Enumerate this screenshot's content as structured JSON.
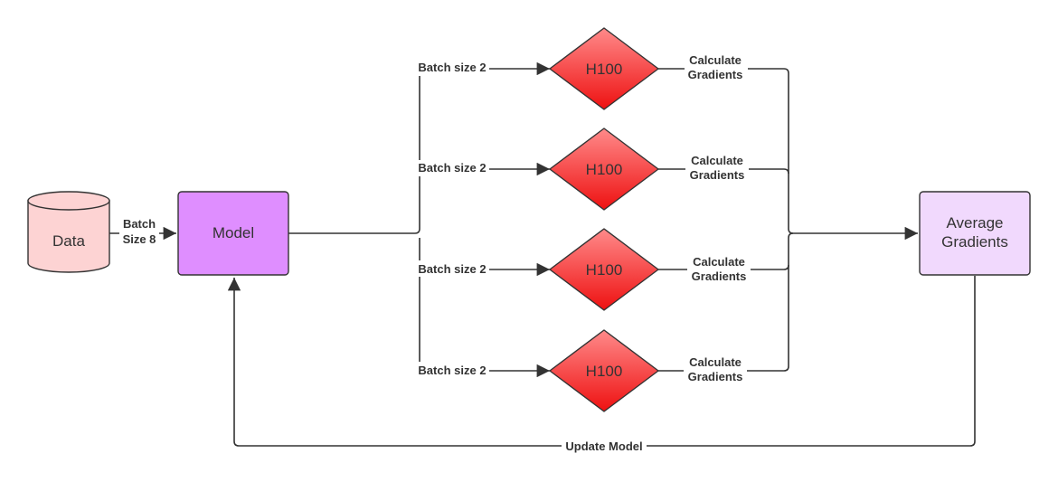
{
  "nodes": {
    "data": "Data",
    "model": "Model",
    "gpus": [
      "H100",
      "H100",
      "H100",
      "H100"
    ],
    "average": [
      "Average",
      "Gradients"
    ]
  },
  "edges": {
    "batch_size_8": [
      "Batch",
      "Size 8"
    ],
    "batch_size_2": [
      "Batch size 2",
      "Batch size 2",
      "Batch size 2",
      "Batch size 2"
    ],
    "calculate_gradients": [
      [
        "Calculate",
        "Gradients"
      ],
      [
        "Calculate",
        "Gradients"
      ],
      [
        "Calculate",
        "Gradients"
      ],
      [
        "Calculate",
        "Gradients"
      ]
    ],
    "update_model": "Update Model"
  },
  "colors": {
    "data_fill": "#fdd3d3",
    "model_fill": "#df8eff",
    "diamond_top": "#ff8a8a",
    "diamond_bottom": "#ee1111",
    "average_fill": "#f1d9fd",
    "line": "#333333"
  }
}
